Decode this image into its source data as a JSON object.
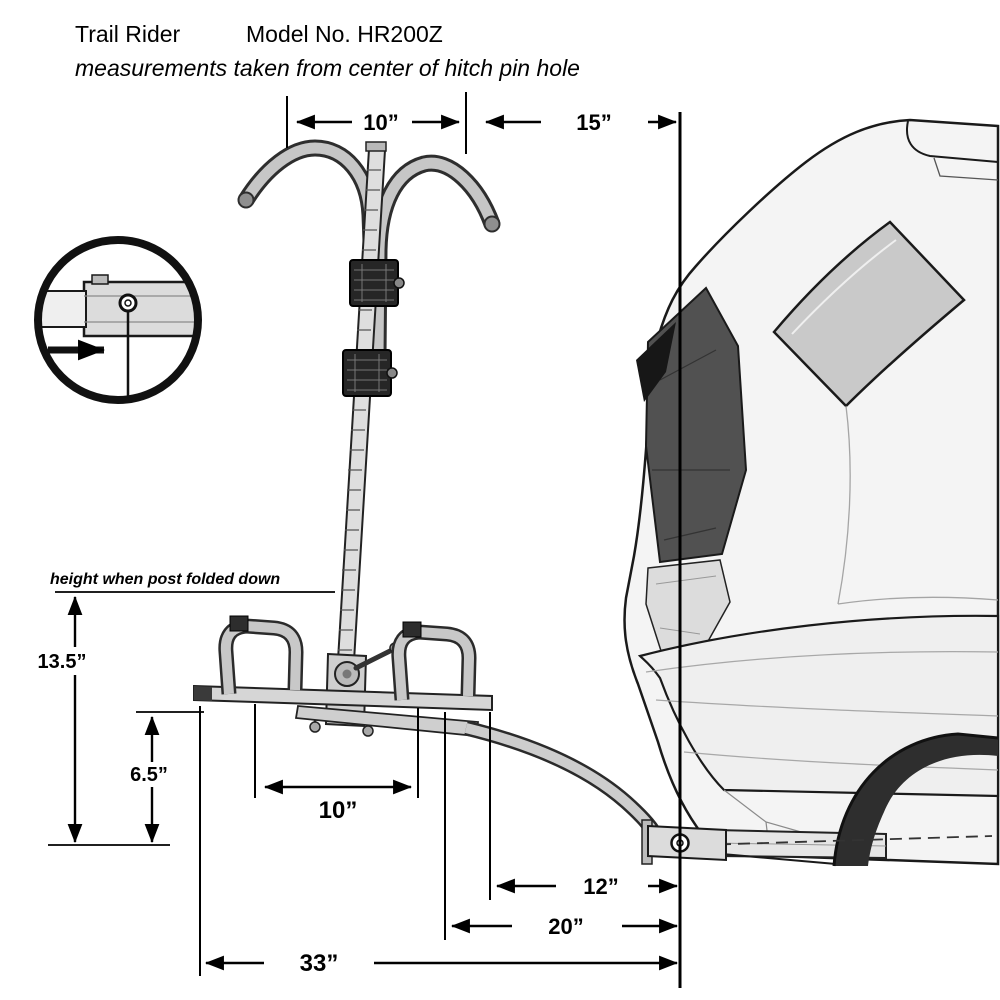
{
  "header": {
    "product_name": "Trail Rider",
    "model": "Model No. HR200Z",
    "subtitle": "measurements taken from center of hitch pin hole"
  },
  "notes": {
    "folded_height": "height when post folded down"
  },
  "dims": {
    "hook_spacing": "10”",
    "hook_to_pin": "15”",
    "folded_height": "13.5”",
    "ground_clearance": "6.5”",
    "cradle_spacing": "10”",
    "tray_end_to_pin": "12”",
    "cradle_to_pin": "20”",
    "overall_length": "33”"
  },
  "colors": {
    "ink": "#000000",
    "metal_light": "#d6d6d6",
    "clamp_dark": "#262626",
    "vehicle_shadow": "#2e2e2e"
  }
}
